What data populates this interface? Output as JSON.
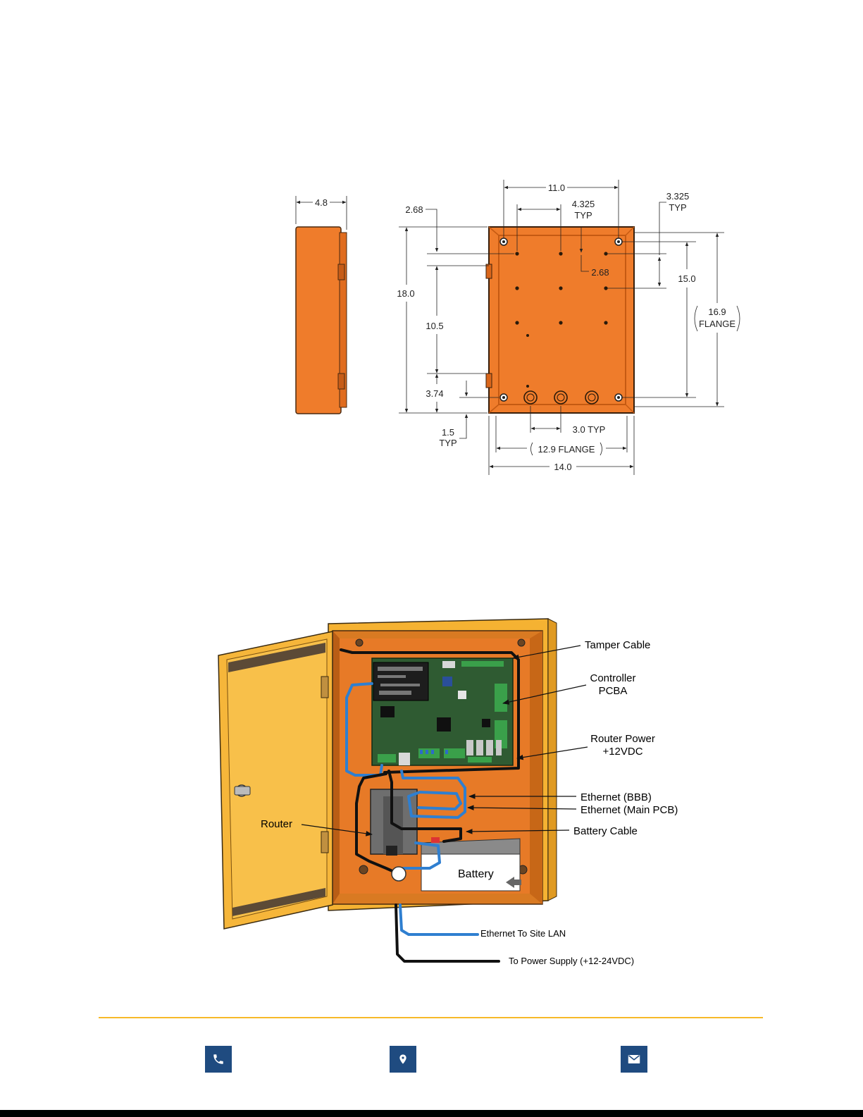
{
  "dimension_drawing": {
    "side_depth": "4.8",
    "top_width": "11.0",
    "hole_spacing_h": "4.325",
    "hole_spacing_h_typ": "TYP",
    "right_offset": "3.325",
    "right_offset_typ": "TYP",
    "top_offset": "2.68",
    "inner_offset": "2.68",
    "height_total": "18.0",
    "height_holes": "15.0",
    "flange_height": "16.9",
    "flange_height_label": "FLANGE",
    "mid_spacing": "10.5",
    "bottom_offset": "3.74",
    "edge_offset": "1.5",
    "edge_offset_typ": "TYP",
    "knockout_spacing": "3.0 TYP",
    "flange_width": "12.9 FLANGE",
    "width_total": "14.0"
  },
  "wiring_diagram": {
    "labels": {
      "tamper_cable": "Tamper Cable",
      "controller_line1": "Controller",
      "controller_line2": "PCBA",
      "router_power_line1": "Router Power",
      "router_power_line2": "+12VDC",
      "ethernet_bbb": "Ethernet (BBB)",
      "ethernet_main": "Ethernet (Main PCB)",
      "battery_cable": "Battery Cable",
      "router": "Router",
      "battery": "Battery",
      "ethernet_site": "Ethernet To Site LAN",
      "power_supply": "To Power Supply (+12-24VDC)"
    }
  },
  "footer": {
    "phone_icon": "phone-icon",
    "location_icon": "location-pin-icon",
    "email_icon": "envelope-icon"
  },
  "colors": {
    "enclosure_orange": "#ef7c2b",
    "door_yellow": "#f6b63a",
    "pcb_green": "#2f5b32",
    "ethernet_blue": "#2f7fd0",
    "footer_rule": "#f7b928",
    "footer_icon_bg": "#1f4b80"
  }
}
